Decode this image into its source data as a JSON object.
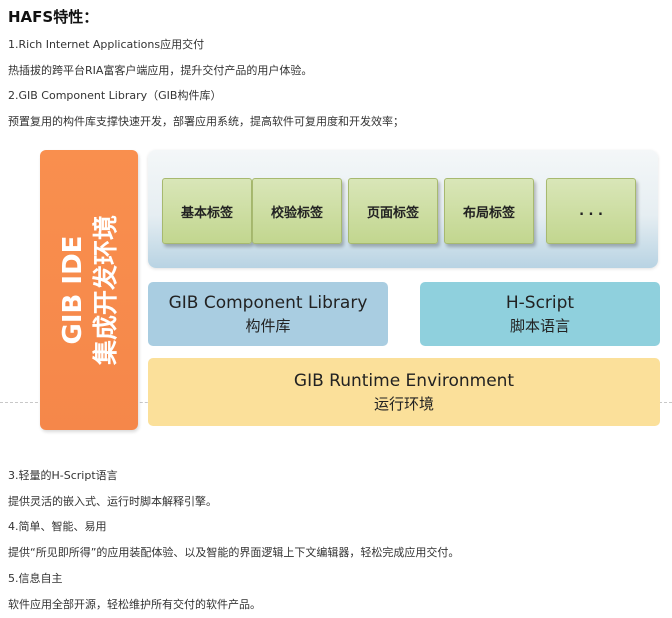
{
  "heading": "HAFS特性：",
  "features": [
    {
      "title": "1.Rich Internet Applications应用交付",
      "desc": "热插拔的跨平台RIA富客户端应用，提升交付产品的用户体验。"
    },
    {
      "title": "2.GIB Component Library（GIB构件库）",
      "desc": "预置复用的构件库支撑快速开发，部署应用系统，提高软件可复用度和开发效率；"
    },
    {
      "title": "3.轻量的H-Script语言",
      "desc": "提供灵活的嵌入式、运行时脚本解释引擎。"
    },
    {
      "title": "4.简单、智能、易用",
      "desc": "提供“所见即所得”的应用装配体验、以及智能的界面逻辑上下文编辑器，轻松完成应用交付。"
    },
    {
      "title": "5.信息自主",
      "desc": "软件应用全部开源，轻松维护所有交付的软件产品。"
    }
  ],
  "diagram": {
    "ide": {
      "line1": "GIB IDE",
      "line2": "集成开发环境"
    },
    "tags": [
      "基本标签",
      "校验标签",
      "页面标签",
      "布局标签",
      ". . ."
    ],
    "component_library": {
      "en": "GIB Component Library",
      "zh": "构件库"
    },
    "hscript": {
      "en": "H-Script",
      "zh": "脚本语言"
    },
    "runtime": {
      "en": "GIB Runtime Environment",
      "zh": "运行环境"
    },
    "colors": {
      "ide": "#f98f4e",
      "tag": "#c8da98",
      "component_library": "#a9cde1",
      "hscript": "#8fd0dd",
      "runtime": "#fbe09a"
    }
  }
}
